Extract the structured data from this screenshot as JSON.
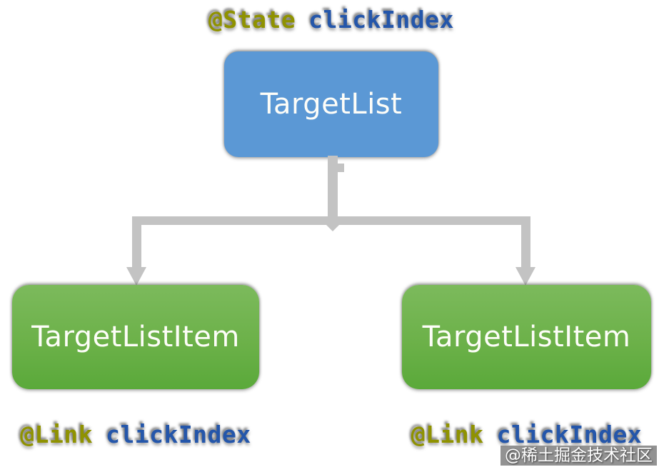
{
  "diagram": {
    "title_semantics": "ArkUI state sharing hierarchy",
    "state_annotation": {
      "decorator": "@State",
      "variable": "clickIndex"
    },
    "parent_node": {
      "label": "TargetList"
    },
    "child_nodes": [
      {
        "label": "TargetListItem",
        "annotation": {
          "decorator": "@Link",
          "variable": "clickIndex"
        }
      },
      {
        "label": "TargetListItem",
        "annotation": {
          "decorator": "@Link",
          "variable": "clickIndex"
        }
      }
    ]
  },
  "colors": {
    "background": "#ffffff",
    "parent_node_fill": "#5b98d5",
    "child_node_fill_top": "#7cba5c",
    "child_node_fill_bottom": "#5aa93a",
    "connector": "#c3c3c3",
    "decorator_text": "#8f9200",
    "variable_text": "#2456aa",
    "node_text": "#ffffff"
  },
  "watermark": {
    "text": "@稀土掘金技术社区"
  }
}
